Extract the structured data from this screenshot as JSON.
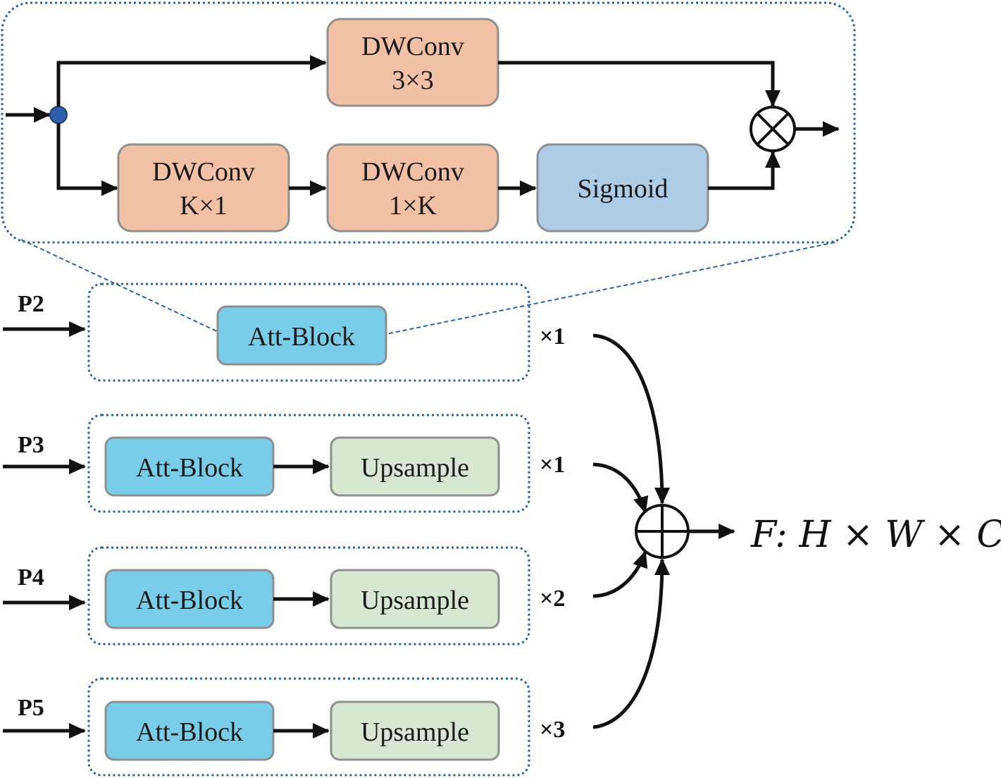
{
  "colors": {
    "dwconv": "#f2c1a5",
    "sigmoid": "#aecce6",
    "att_block": "#79cde9",
    "upsample": "#d6e8d2",
    "dotted_border": "#2e5f96",
    "node": "#2f5fa8"
  },
  "att_block_detail": {
    "dwconv_3x3": {
      "line1": "DWConv",
      "line2": "3×3"
    },
    "dwconv_kx1": {
      "line1": "DWConv",
      "line2": "K×1"
    },
    "dwconv_1xk": {
      "line1": "DWConv",
      "line2": "1×K"
    },
    "sigmoid": "Sigmoid",
    "multiply_symbol": "multiply-circle-icon"
  },
  "levels": [
    {
      "input": "P2",
      "att": "Att-Block",
      "upsample": null,
      "multiplier": "×1"
    },
    {
      "input": "P3",
      "att": "Att-Block",
      "upsample": "Upsample",
      "multiplier": "×1"
    },
    {
      "input": "P4",
      "att": "Att-Block",
      "upsample": "Upsample",
      "multiplier": "×2"
    },
    {
      "input": "P5",
      "att": "Att-Block",
      "upsample": "Upsample",
      "multiplier": "×3"
    }
  ],
  "sum_symbol": "add-circle-icon",
  "output_label": "F: H × W × C"
}
